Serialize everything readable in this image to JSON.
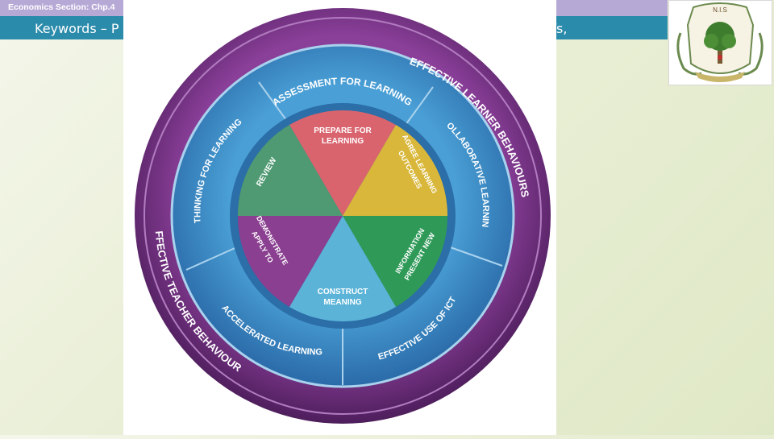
{
  "header": {
    "section_label": "Economics Section: Chp.4",
    "keywords_visible": "Keywords – P",
    "keywords_tail": "riffs,"
  },
  "crest": {
    "initials": "N.I.S"
  },
  "wheel": {
    "outer_ring_labels": {
      "top_right": "EFFECTIVE LEARNER BEHAVIOURS",
      "bottom_left": "EFFECTIVE TEACHER BEHAVIOURS"
    },
    "middle_ring_labels": {
      "top": "ASSESSMENT FOR LEARNING",
      "right": "COLLABORATIVE LEARNING",
      "bottom_right": "EFFECTIVE USE OF ICT",
      "bottom": "ACCELERATED LEARNING",
      "left": "THINKING FOR LEARNING"
    },
    "segments": [
      {
        "label_line1": "PREPARE FOR",
        "label_line2": "LEARNING",
        "color": "#d9646e"
      },
      {
        "label_line1": "AGREE LEARNING",
        "label_line2": "OUTCOMES",
        "color": "#d9b73a"
      },
      {
        "label_line1": "PRESENT NEW",
        "label_line2": "INFORMATION",
        "color": "#2f9a58"
      },
      {
        "label_line1": "CONSTRUCT",
        "label_line2": "MEANING",
        "color": "#5bb4d8"
      },
      {
        "label_line1": "APPLY TO",
        "label_line2": "DEMONSTRATE",
        "color": "#8a3f90"
      },
      {
        "label_line1": "REVIEW",
        "label_line2": "",
        "color": "#4f9a72"
      }
    ]
  },
  "colors": {
    "outer_ring": "#6b2f78",
    "middle_ring": "#3f8cc7",
    "inner_rim": "#2b6ea8",
    "keywords_bar": "#2b8bab",
    "top_strip": "#b7a9d6"
  }
}
